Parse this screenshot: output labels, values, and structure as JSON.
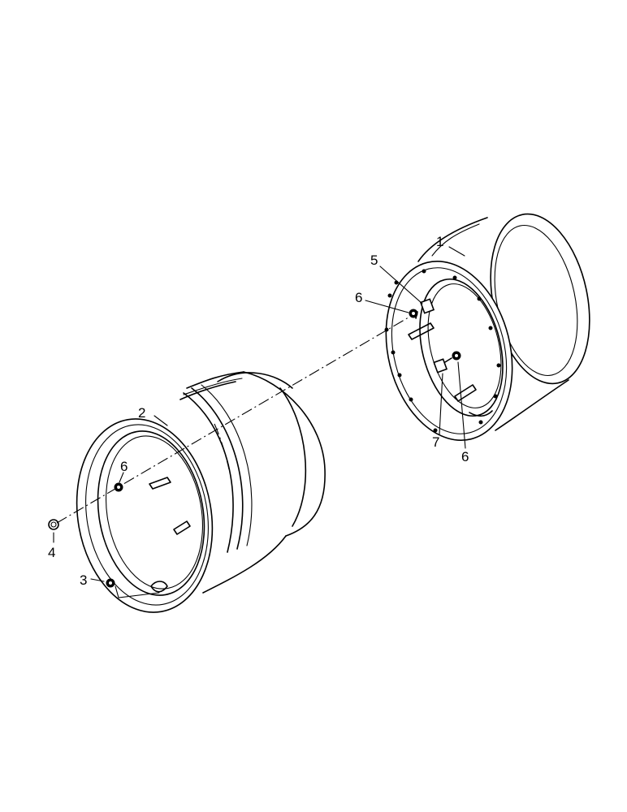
{
  "callouts": {
    "c1": "1",
    "c2": "2",
    "c3": "3",
    "c4": "4",
    "c5": "5",
    "c6a": "6",
    "c6b": "6",
    "c6c": "6",
    "c7": "7"
  }
}
